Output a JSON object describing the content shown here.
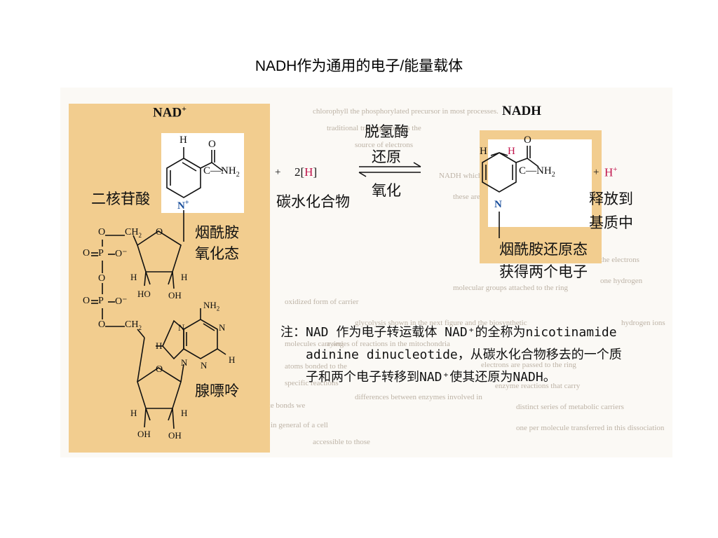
{
  "title": "NADH作为通用的电子/能量载体",
  "nad_plus": "NAD",
  "nad_plus_sup": "+",
  "nadh": "NADH",
  "label_dinucleotide": "二核苷酸",
  "label_nicotinamide_ox_1": "烟酰胺",
  "label_nicotinamide_ox_2": "氧化态",
  "label_adenine": "腺嘌呤",
  "plus": "+",
  "two_h": "2[",
  "h_red": "H",
  "bracket_close": "]",
  "carbohydrate": "碳水化合物",
  "enzyme": "脱氢酶",
  "reduction": "还原",
  "oxidation": "氧化",
  "h_plus": "H",
  "h_plus_sup": "+",
  "release_1": "释放到",
  "release_2": "基质中",
  "reduced_1": "烟酰胺还原态",
  "reduced_2": "获得两个电子",
  "atoms": {
    "H": "H",
    "O": "O",
    "N": "N",
    "C": "C",
    "NH2": "NH",
    "NH2_sub": "2",
    "Ominus": "O",
    "minus": "⁻",
    "P": "P",
    "CH2": "CH",
    "CH2_sub": "2",
    "HO": "HO",
    "OH": "OH"
  },
  "note": {
    "line1": "注：NAD 作为电子转运载体  NAD⁺的全称为nicotinamide",
    "line2": "adinine dinucleotide，从碳水化合物移去的一个质",
    "line3": "子和两个电子转移到NAD⁺使其还原为NADH。"
  },
  "colors": {
    "tan": "#f2cd8f",
    "red": "#c0144c",
    "blue": "#1a4f9c"
  }
}
